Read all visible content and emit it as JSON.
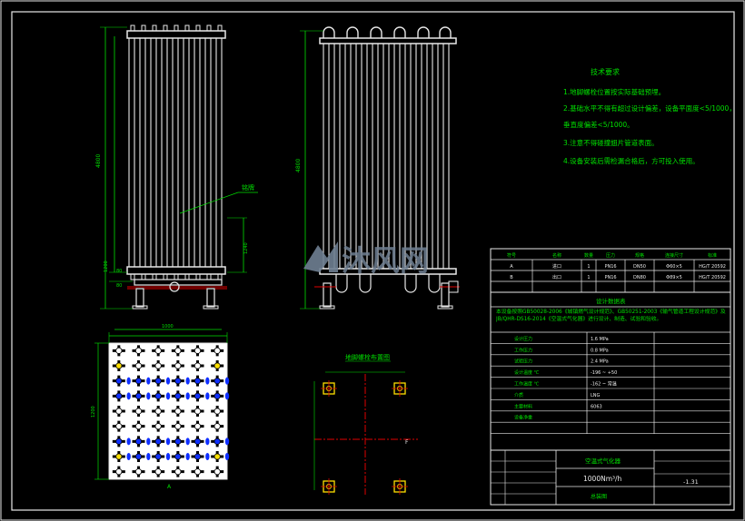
{
  "colors": {
    "background": "#000000",
    "line": "#e8e8e8",
    "dimension": "#00e000",
    "centerline": "#e00000",
    "highlight": "#ffe000",
    "fin_blue": "#1030ff",
    "watermark": "#6f7f92"
  },
  "watermark": {
    "logo_text": "沐风网"
  },
  "front_view": {
    "dim_height": "4800",
    "dim_labels": [
      "1200",
      "80",
      "80",
      "1240"
    ],
    "callout": "铭牌"
  },
  "top_view": {
    "dim_width": "1000",
    "dim_depth": "1200",
    "mark": "A"
  },
  "foundation": {
    "title": "地脚螺栓布置图",
    "mark": "F"
  },
  "tech_req": {
    "title": "技术要求",
    "lines": [
      "1.地脚螺栓位置按实际基础预埋。",
      "2.基础水平不得有超过设计偏差，设备平面度<5/1000，",
      "  垂直度偏差<5/1000。",
      "3.注意不得碰撞翅片管道表面。",
      "4.设备安装后需检漏合格后，方可投入使用。"
    ]
  },
  "nozzle_table": {
    "headers": [
      "符号",
      "名称",
      "数量",
      "压力",
      "规格",
      "连接尺寸",
      "标准"
    ],
    "rows": [
      [
        "A",
        "进口",
        "1",
        "PN16",
        "DN50",
        "Φ60×5",
        "HG/T 20592"
      ],
      [
        "B",
        "出口",
        "1",
        "PN16",
        "DN80",
        "Φ89×5",
        "HG/T 20592"
      ]
    ]
  },
  "design_data": {
    "title": "设计数据表",
    "spec": "本设备按照GB50028-2006《城镇燃气设计规范》、GB50251-2003《输气管道工程设计规范》及JB/QHR-DS16-2014《空温式气化器》进行设计、制造、试验和验收。",
    "rows": [
      {
        "label": "设计压力",
        "value": "1.6 MPa"
      },
      {
        "label": "工作压力",
        "value": "0.8 MPa"
      },
      {
        "label": "试验压力",
        "value": "2.4 MPa"
      },
      {
        "label": "设计温度 ℃",
        "value": "-196 ~ +50"
      },
      {
        "label": "工作温度 ℃",
        "value": "-162 ~ 常温"
      },
      {
        "label": "介质",
        "value": "LNG"
      },
      {
        "label": "主要材料",
        "value": "6063"
      },
      {
        "label": "设备净重",
        "value": ""
      },
      {
        "label": "",
        "value": ""
      }
    ]
  },
  "title_block": {
    "name": "空温式气化器",
    "capacity": "1000Nm³/h",
    "drawing_no": "-1.31",
    "label": "总装图"
  }
}
